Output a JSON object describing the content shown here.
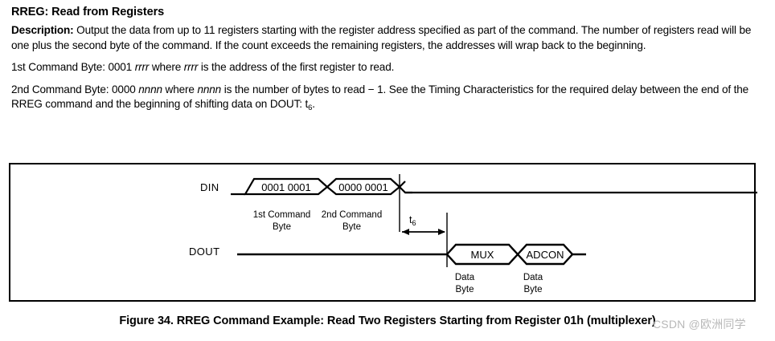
{
  "document": {
    "heading": "RREG: Read from Registers",
    "description_label": "Description:",
    "description_text": " Output the data from up to 11 registers starting with the register address specified as part of the command. The number of registers read will be one plus the second byte of the command. If the count exceeds the remaining registers, the addresses will wrap back to the beginning.",
    "first_byte_p1": "1st Command Byte: 0001 ",
    "first_byte_italic1": "rrrr",
    "first_byte_p2": " where ",
    "first_byte_italic2": "rrrr",
    "first_byte_p3": " is the address of the first register to read.",
    "second_byte_p1": "2nd Command Byte: 0000 ",
    "second_byte_italic1": "nnnn",
    "second_byte_p2": " where ",
    "second_byte_italic2": "nnnn",
    "second_byte_p3": " is the number of bytes to read − 1. See the Timing Characteristics for the required delay between the end of the RREG command and the beginning of shifting data on DOUT: t",
    "second_byte_sub": "6",
    "second_byte_p4": "."
  },
  "figure": {
    "caption": "Figure 34. RREG Command Example: Read Two Registers Starting from Register 01h (multiplexer)",
    "watermark": "CSDN @欧洲同学",
    "signals": {
      "din": "DIN",
      "dout": "DOUT"
    },
    "din_bytes": [
      {
        "value": "0001 0001",
        "caption_line1": "1st Command",
        "caption_line2": "Byte"
      },
      {
        "value": "0000 0001",
        "caption_line1": "2nd Command",
        "caption_line2": "Byte"
      }
    ],
    "dout_bytes": [
      {
        "value": "MUX",
        "caption_line1": "Data",
        "caption_line2": "Byte"
      },
      {
        "value": "ADCON",
        "caption_line1": "Data",
        "caption_line2": "Byte"
      }
    ],
    "timing_marker": {
      "symbol": "t",
      "subscript": "6"
    },
    "colors": {
      "line": "#000000",
      "background": "#ffffff",
      "watermark": "#b8b8b8"
    }
  }
}
